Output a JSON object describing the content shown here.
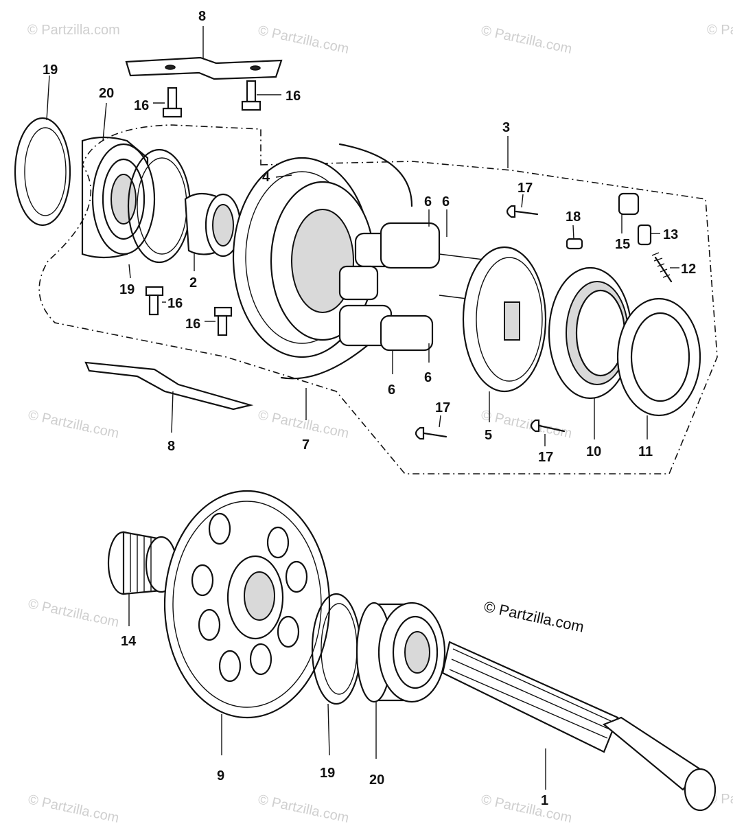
{
  "credit": "© Partzilla.com",
  "watermark": "© Partzilla.com",
  "callouts": [
    "8",
    "19",
    "20",
    "16",
    "16",
    "3",
    "4",
    "17",
    "6",
    "6",
    "18",
    "15",
    "13",
    "12",
    "19",
    "2",
    "16",
    "16",
    "6",
    "6",
    "8",
    "7",
    "17",
    "5",
    "17",
    "10",
    "11",
    "14",
    "9",
    "19",
    "20",
    "1"
  ],
  "colors": {
    "ink": "#111111",
    "paper": "#ffffff",
    "watermark": "#cfcfcf"
  }
}
